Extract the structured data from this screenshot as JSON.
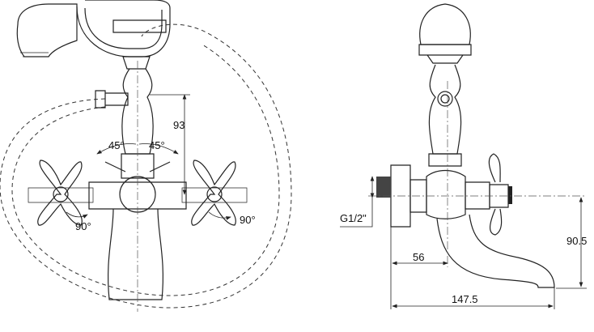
{
  "front_view": {
    "dim_height": "93",
    "angle_left": "45°",
    "angle_right": "45°",
    "rotation_left": "90°",
    "rotation_right": "90°"
  },
  "side_view": {
    "thread": "G1/2\"",
    "dim_wall_to_axis": "56",
    "dim_spout_height": "90.5",
    "dim_spout_reach": "147.5"
  }
}
